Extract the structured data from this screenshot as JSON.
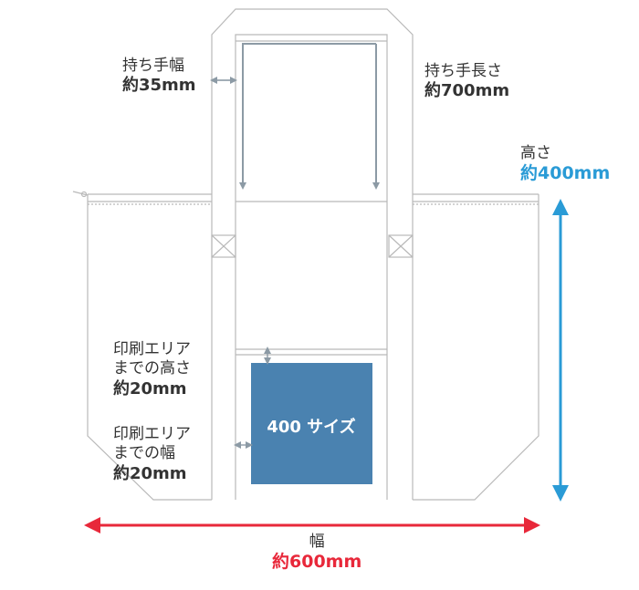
{
  "labels": {
    "handle_width": {
      "title": "持ち手幅",
      "value": "約35mm"
    },
    "handle_length": {
      "title": "持ち手長さ",
      "value": "約700mm"
    },
    "height": {
      "title": "高さ",
      "value": "約400mm"
    },
    "print_top": {
      "line1": "印刷エリア",
      "line2": "までの高さ",
      "value": "約20mm"
    },
    "print_side": {
      "line1": "印刷エリア",
      "line2": "までの幅",
      "value": "約20mm"
    },
    "width": {
      "title": "幅",
      "value": "約600mm"
    }
  },
  "print_area": {
    "label": "400 サイズ"
  },
  "colors": {
    "outline": "#b9b9b9",
    "print_area": "#4a82b0",
    "gray_arrow": "#8c9aa5",
    "height_arrow": "#2a9bd6",
    "width_arrow": "#e8283a"
  }
}
